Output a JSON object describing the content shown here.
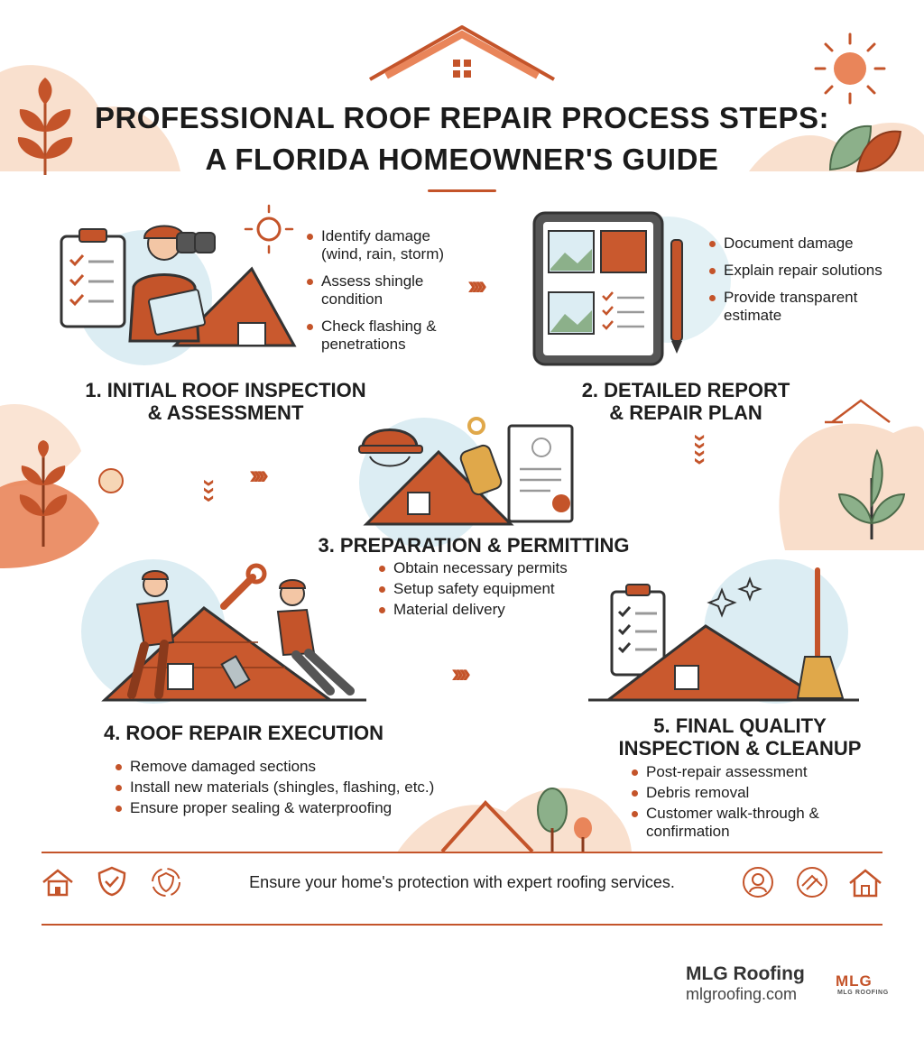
{
  "header": {
    "title_line1": "PROFESSIONAL ROOF REPAIR PROCESS STEPS:",
    "title_line2": "A FLORIDA HOMEOWNER'S GUIDE"
  },
  "steps": [
    {
      "title_line1": "1. INITIAL ROOF INSPECTION",
      "title_line2": "& ASSESSMENT",
      "bullets": [
        "Identify damage (wind, rain, storm)",
        "Assess shingle condition",
        "Check flashing & penetrations"
      ]
    },
    {
      "title_line1": "2. DETAILED REPORT",
      "title_line2": "& REPAIR PLAN",
      "bullets": [
        "Document damage",
        "Explain repair solutions",
        "Provide transparent estimate"
      ]
    },
    {
      "title_line1": "3. PREPARATION & PERMITTING",
      "bullets": [
        "Obtain necessary permits",
        "Setup safety equipment",
        "Material delivery"
      ]
    },
    {
      "title_line1": "4. ROOF REPAIR EXECUTION",
      "bullets": [
        "Remove damaged sections",
        "Install new materials (shingles, flashing, etc.)",
        "Ensure proper sealing & waterproofing"
      ]
    },
    {
      "title_line1": "5. FINAL QUALITY",
      "title_line2": "INSPECTION & CLEANUP",
      "bullets": [
        "Post-repair assessment",
        "Debris removal",
        "Customer walk-through & confirmation"
      ]
    }
  ],
  "footer": {
    "tagline": "Ensure your home's protection with expert roofing services.",
    "left_icons": [
      "house-icon",
      "shield-check-icon",
      "shield-cycle-icon"
    ],
    "right_icons": [
      "worker-icon",
      "roof-tools-icon",
      "home-outline-icon"
    ]
  },
  "brand": {
    "name": "MLG Roofing",
    "url": "mlgroofing.com",
    "logo_text": "MLG",
    "logo_subtext": "MLG ROOFING"
  },
  "colors": {
    "accent": "#c4542a",
    "roof": "#c9592e",
    "peach": "#f8d8c2",
    "sky": "#dcedf3",
    "leaf_green": "#8cb08a"
  },
  "arrows": {
    "right": "››››",
    "down": "›"
  }
}
